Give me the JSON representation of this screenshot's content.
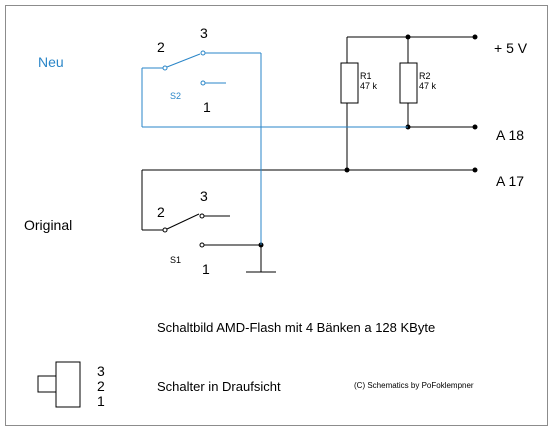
{
  "colors": {
    "black": "#000000",
    "blue": "#2a86c8",
    "frame": "#8c8c8c"
  },
  "labels": {
    "neu": "Neu",
    "original": "Original",
    "plus5v": "+ 5 V",
    "a18": "A 18",
    "a17": "A 17",
    "s2": "S2",
    "s1": "S1",
    "r1_name": "R1",
    "r1_value": "47 k",
    "r2_name": "R2",
    "r2_value": "47 k",
    "s2_pin2": "2",
    "s2_pin3": "3",
    "s2_pin1": "1",
    "s1_pin2": "2",
    "s1_pin3": "3",
    "s1_pin1": "1",
    "title": "Schaltbild AMD-Flash mit 4 Bänken a 128 KByte",
    "top_view": "Schalter in Draufsicht",
    "credit": "(C) Schematics by PoFoklempner",
    "legend_pin3": "3",
    "legend_pin2": "2",
    "legend_pin1": "1"
  }
}
